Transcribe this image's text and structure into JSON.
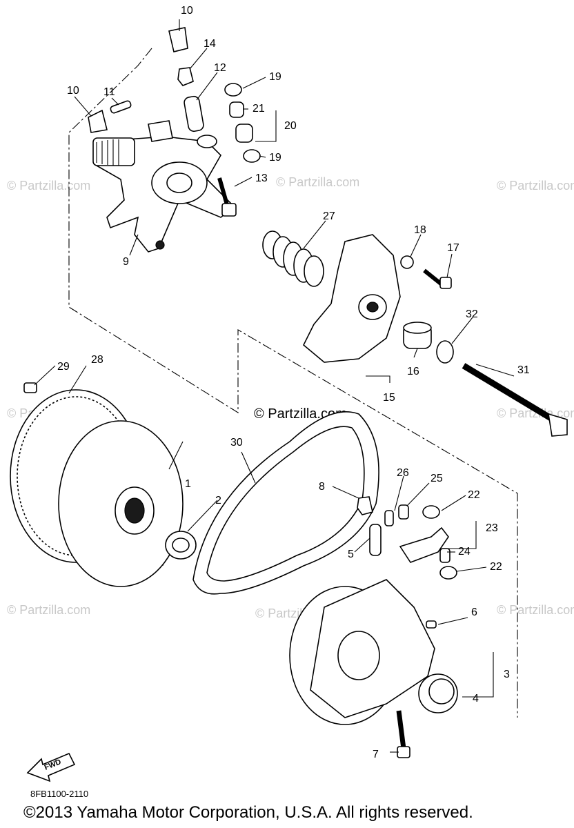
{
  "callouts": [
    "1",
    "2",
    "3",
    "4",
    "5",
    "6",
    "7",
    "8",
    "9",
    "10",
    "10",
    "11",
    "12",
    "13",
    "14",
    "15",
    "16",
    "17",
    "18",
    "19",
    "19",
    "20",
    "21",
    "22",
    "22",
    "23",
    "24",
    "25",
    "26",
    "27",
    "28",
    "29",
    "30",
    "31",
    "32"
  ],
  "fwd_arrow_label": "FWD",
  "watermark": "© Partzilla.com",
  "diagram_code": "8FB1100-2110",
  "copyright": "©2013  Yamaha Motor Corporation, U.S.A. All rights reserved."
}
